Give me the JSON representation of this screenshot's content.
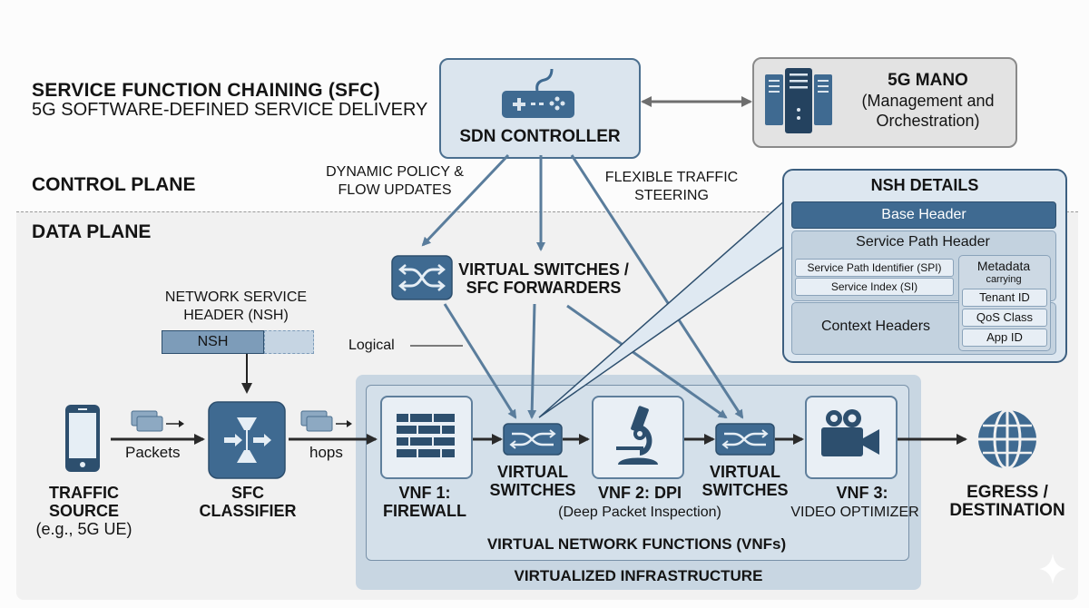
{
  "header": {
    "title": "SERVICE FUNCTION CHAINING (SFC)",
    "subtitle": "5G SOFTWARE-DEFINED SERVICE DELIVERY"
  },
  "planes": {
    "control": "CONTROL PLANE",
    "data": "DATA PLANE"
  },
  "sdn_controller": {
    "label": "SDN CONTROLLER",
    "icon": "gamepad-icon"
  },
  "mano": {
    "title": "5G MANO",
    "line2": "(Management and",
    "line3": "Orchestration)",
    "icon": "server-icon"
  },
  "control_labels": {
    "policy_line1": "DYNAMIC POLICY &",
    "policy_line2": "FLOW UPDATES",
    "steering_line1": "FLEXIBLE TRAFFIC",
    "steering_line2": "STEERING"
  },
  "forwarders": {
    "line1": "VIRTUAL SWITCHES /",
    "line2": "SFC FORWARDERS",
    "icon": "shuffle-icon"
  },
  "nsh_header": {
    "line1": "NETWORK SERVICE",
    "line2": "HEADER (NSH)",
    "block": "NSH"
  },
  "logical_label": "Logical",
  "nsh_details": {
    "title": "NSH DETAILS",
    "base_header": "Base Header",
    "service_path_header": "Service Path Header",
    "spi": "Service Path Identifier (SPI)",
    "si": "Service Index (SI)",
    "metadata": "Metadata",
    "metadata_sub": "carrying",
    "context_headers": "Context Headers",
    "metadata_items": [
      "Tenant ID",
      "QoS Class",
      "App ID"
    ]
  },
  "flow": {
    "source_line1": "TRAFFIC",
    "source_line2": "SOURCE",
    "source_line3": "(e.g., 5G UE)",
    "packets": "Packets",
    "classifier_line1": "SFC",
    "classifier_line2": "CLASSIFIER",
    "hops": "hops",
    "vnf1_line1": "VNF 1:",
    "vnf1_line2": "FIREWALL",
    "vs1_line1": "VIRTUAL",
    "vs1_line2": "SWITCHES",
    "vnf2_line1": "VNF 2: DPI",
    "vnf2_line2": "(Deep Packet Inspection)",
    "vs2_line1": "VIRTUAL",
    "vs2_line2": "SWITCHES",
    "vnf3_line1": "VNF 3:",
    "vnf3_line2": "VIDEO OPTIMIZER",
    "egress_line1": "EGRESS /",
    "egress_line2": "DESTINATION"
  },
  "groups": {
    "vnfs": "VIRTUAL NETWORK FUNCTIONS (VNFs)",
    "infra": "VIRTUALIZED INFRASTRUCTURE"
  },
  "colors": {
    "accent": "#3f6a91",
    "dark_accent": "#2d4f6e",
    "arrow_blue": "#5a7d9c",
    "text": "#141414"
  }
}
